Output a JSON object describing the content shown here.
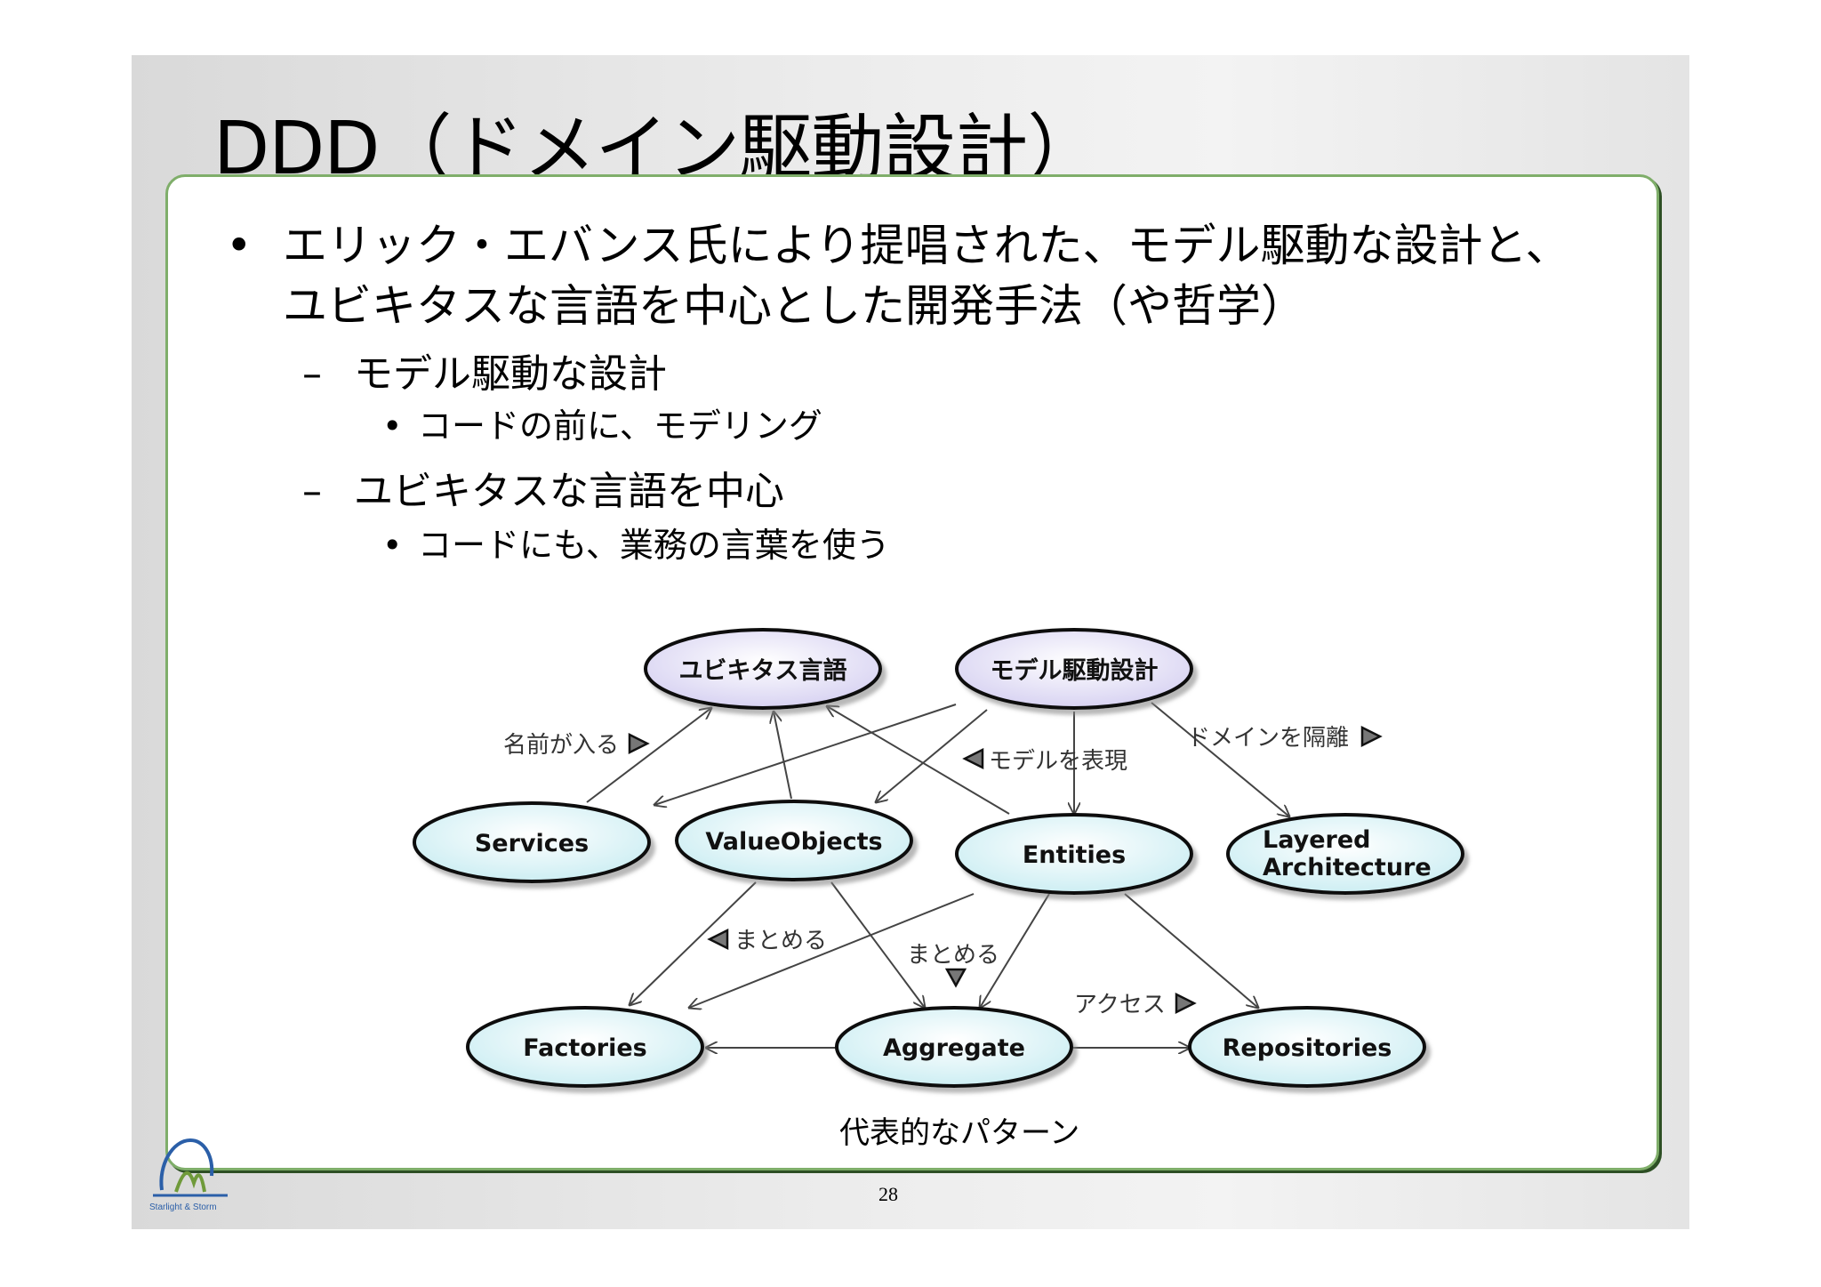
{
  "title": "DDD（ドメイン駆動設計）",
  "bullets": {
    "main_line1": "エリック・エバンス氏により提唱された、モデル駆動な設計と、",
    "main_line2": "ユビキタスな言語を中心とした開発手法（や哲学）",
    "sub1": "モデル駆動な設計",
    "sub1_item": "コードの前に、モデリング",
    "sub2": "ユビキタスな言語を中心",
    "sub2_item": "コードにも、業務の言葉を使う"
  },
  "diagram": {
    "nodes": {
      "ubiquitous": "ユビキタス言語",
      "model_driven": "モデル駆動設計",
      "services": "Services",
      "value_objects": "ValueObjects",
      "entities": "Entities",
      "layered_1": "Layered",
      "layered_2": "Architecture",
      "factories": "Factories",
      "aggregate": "Aggregate",
      "repositories": "Repositories"
    },
    "labels": {
      "name_enters": "名前が入る",
      "express_model": "モデルを表現",
      "isolate_domain": "ドメインを隔離",
      "group1": "まとめる",
      "group2": "まとめる",
      "access": "アクセス"
    },
    "colors": {
      "top_node_fill": "#e3e0f6",
      "node_fill": "#dff4f7",
      "edge": "#444444"
    }
  },
  "caption": "代表的なパターン",
  "page_number": "28",
  "logo": {
    "icon": "starlight-storm-logo-icon",
    "text": "Starlight & Storm"
  }
}
